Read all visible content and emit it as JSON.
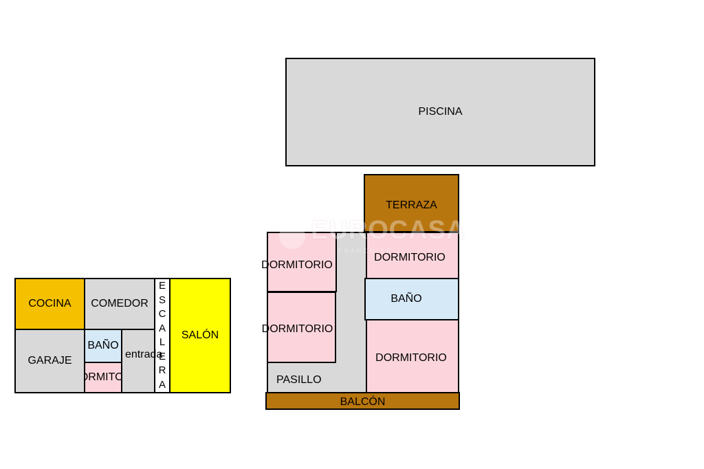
{
  "colors": {
    "cocina": "#f5c000",
    "gray": "#d9d9d9",
    "bano": "#d6e9f7",
    "dormitorio": "#fcd5dc",
    "salon": "#ffff00",
    "terraza": "#b8760f",
    "stairs": "#ffffff"
  },
  "left_plan": {
    "cocina": "COCINA",
    "comedor": "COMEDOR",
    "escalera": [
      "E",
      "S",
      "C",
      "A",
      "L",
      "E",
      "R",
      "A"
    ],
    "salon": "SALÓN",
    "garaje": "GARAJE",
    "bano": "BAÑO",
    "entrada": "entrada",
    "dormitorio": "DORMITORIO"
  },
  "right_plan": {
    "piscina": "PISCINA",
    "terraza": "TERRAZA",
    "dormitorio_1": "DORMITORIO",
    "dormitorio_2": "DORMITORIO",
    "dormitorio_3": "DORMITORIO",
    "dormitorio_4": "DORMITORIO",
    "bano": "BAÑO",
    "pasillo": "PASILLO",
    "balcon": "BALCÓN"
  },
  "watermark": {
    "brand": "EUROCASA",
    "sub": "FRANCHISE"
  }
}
